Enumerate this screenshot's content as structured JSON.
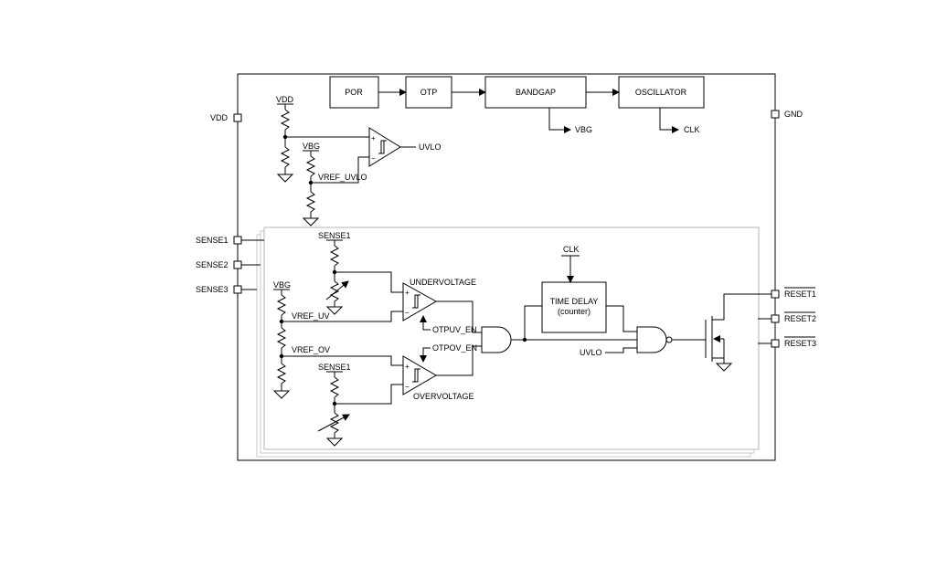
{
  "pins": {
    "vdd": "VDD",
    "gnd": "GND",
    "sense1": "SENSE1",
    "sense2": "SENSE2",
    "sense3": "SENSE3",
    "reset1": "RESET1",
    "reset2": "RESET2",
    "reset3": "RESET3"
  },
  "blocks": {
    "por": "POR",
    "otp": "OTP",
    "bandgap": "BANDGAP",
    "oscillator": "OSCILLATOR",
    "time_delay_line1": "TIME DELAY",
    "time_delay_line2": "(counter)"
  },
  "signals": {
    "vbg_out": "VBG",
    "clk_out": "CLK",
    "uvlo_out": "UVLO",
    "vdd_internal": "VDD",
    "vbg_uvlo": "VBG",
    "vref_uvlo_main": "V",
    "vref_uvlo_sub": "REF_UVLO",
    "sense1_top": "SENSE1",
    "sense1_bottom": "SENSE1",
    "vbg_channel": "VBG",
    "vref_uv_main": "V",
    "vref_uv_sub": "REF_UV",
    "vref_ov_main": "V",
    "vref_ov_sub": "REF_OV",
    "undervoltage": "UNDERVOLTAGE",
    "overvoltage": "OVERVOLTAGE",
    "otp_uv_main": "OTP",
    "otp_uv_sub": "UV_EN",
    "otp_ov_main": "OTP",
    "otp_ov_sub": "OV_EN",
    "clk_in": "CLK",
    "uvlo_in": "UVLO"
  }
}
